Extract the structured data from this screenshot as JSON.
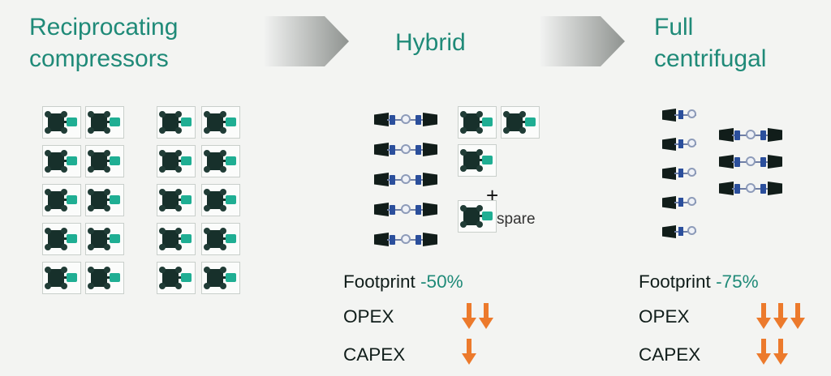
{
  "stages": [
    {
      "title_line1": "Reciprocating",
      "title_line2": "compressors"
    },
    {
      "title_line1": "Hybrid"
    },
    {
      "title_line1": "Full",
      "title_line2": "centrifugal"
    }
  ],
  "hybrid": {
    "plus": "+",
    "spare_label": "spare",
    "footprint_label": "Footprint",
    "footprint_value": "-50%",
    "opex_label": "OPEX",
    "capex_label": "CAPEX",
    "opex_arrows": 2,
    "capex_arrows": 1
  },
  "centrifugal": {
    "footprint_label": "Footprint",
    "footprint_value": "-75%",
    "opex_label": "OPEX",
    "capex_label": "CAPEX",
    "opex_arrows": 3,
    "capex_arrows": 2
  },
  "colors": {
    "title": "#1f8a78",
    "arrow": "#ec7a2c",
    "chevron_start": "#f1f2f1",
    "chevron_end": "#8f9390"
  }
}
